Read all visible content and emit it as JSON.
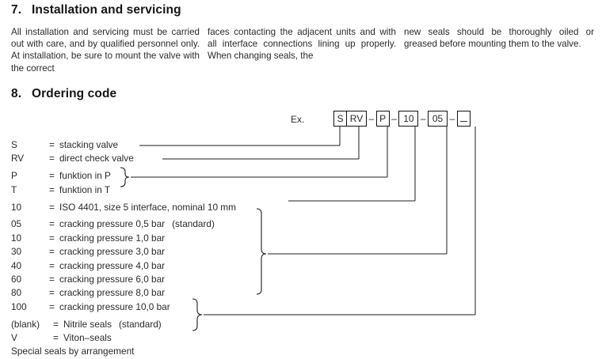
{
  "sections": {
    "installation": {
      "number": "7.",
      "title": "Installation and servicing",
      "column1": "All installation and servicing  must be carried out with care, and by qualified personnel only. At installation, be sure to mount the valve with the correct",
      "column2": "faces  contacting  the  adjacent  units and with all interface connections lining up properly. When changing seals, the",
      "column3": "new seals should be thoroughly oiled or greased  before  mounting  them  to  the valve."
    },
    "ordering": {
      "number": "8.",
      "title": "Ordering code"
    }
  },
  "ordering_code": {
    "example_label": "Ex.",
    "boxes": [
      {
        "text": "S",
        "joined": false
      },
      {
        "text": "RV",
        "joined": true
      },
      {
        "text": "P",
        "joined": false
      },
      {
        "text": "10",
        "joined": false
      },
      {
        "text": "05",
        "joined": false
      },
      {
        "text": "",
        "joined": false
      }
    ],
    "separator": "–"
  },
  "legend": {
    "rows": [
      {
        "key": "S",
        "eq": "=",
        "desc": "stacking valve",
        "note": ""
      },
      {
        "key": "RV",
        "eq": "=",
        "desc": "direct check valve",
        "note": ""
      },
      {
        "key": "P",
        "eq": "=",
        "desc": "funktion in P",
        "note": ""
      },
      {
        "key": "T",
        "eq": "=",
        "desc": "funktion in T",
        "note": ""
      },
      {
        "key": "10",
        "eq": "=",
        "desc": "ISO 4401, size 5 interface, nominal 10 mm",
        "note": ""
      },
      {
        "key": "05",
        "eq": "=",
        "desc": "cracking pressure 0,5 bar",
        "note": "(standard)"
      },
      {
        "key": "10",
        "eq": "=",
        "desc": "cracking pressure 1,0 bar",
        "note": ""
      },
      {
        "key": "30",
        "eq": "=",
        "desc": "cracking pressure 3,0 bar",
        "note": ""
      },
      {
        "key": "40",
        "eq": "=",
        "desc": "cracking pressure 4,0 bar",
        "note": ""
      },
      {
        "key": "60",
        "eq": "=",
        "desc": "cracking pressure 6,0 bar",
        "note": ""
      },
      {
        "key": "80",
        "eq": "=",
        "desc": "cracking pressure 8,0 bar",
        "note": ""
      },
      {
        "key": "100",
        "eq": "=",
        "desc": "cracking pressure 10,0 bar",
        "note": ""
      },
      {
        "key": "(blank)",
        "eq": "=",
        "desc": "Nitrile seals",
        "note": "(standard)"
      },
      {
        "key": "V",
        "eq": "=",
        "desc": "Viton–seals",
        "note": ""
      }
    ],
    "footer": "Special seals by arrangement"
  }
}
